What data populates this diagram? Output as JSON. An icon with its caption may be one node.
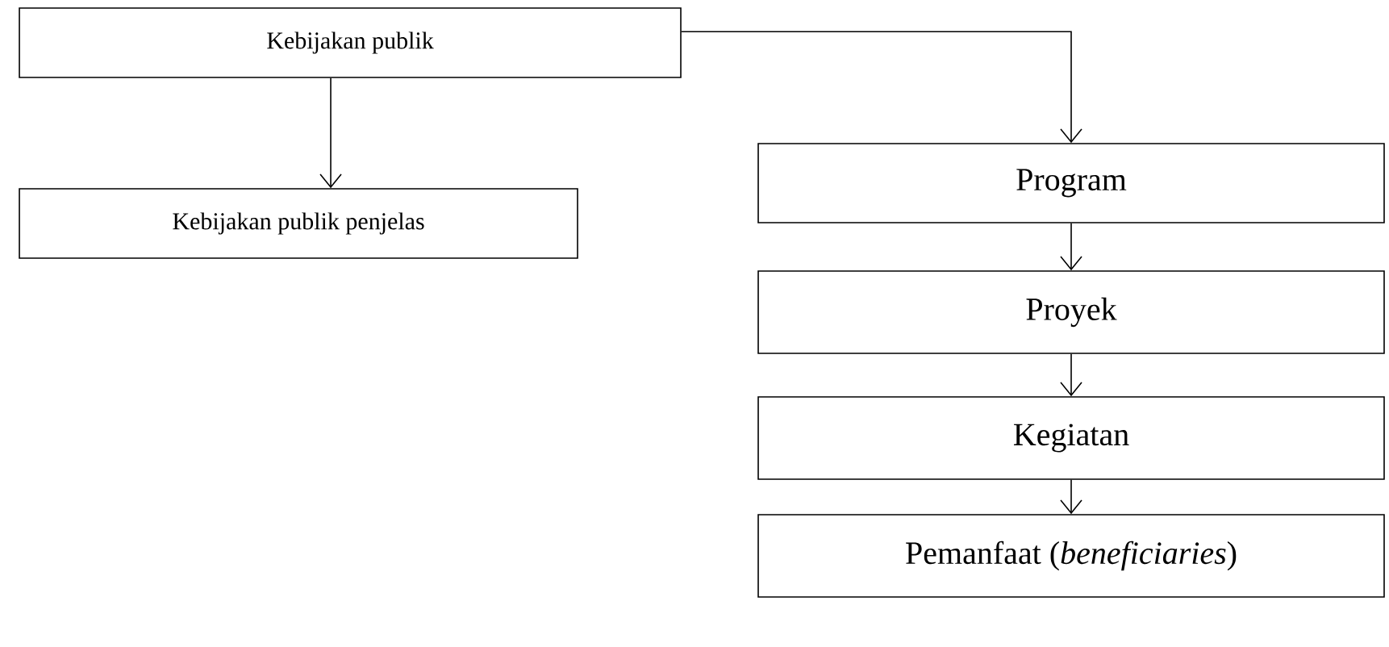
{
  "diagram": {
    "nodes": [
      {
        "text": [
          "Kebijakan publik"
        ]
      },
      {
        "text": [
          "Kebijakan publik penjelas"
        ]
      },
      {
        "text": [
          "Program"
        ]
      },
      {
        "text": [
          "Proyek"
        ]
      },
      {
        "text": [
          "Kegiatan"
        ]
      },
      {
        "text": [
          "Pemanfaat (*beneficiaries*)"
        ]
      }
    ],
    "edges": [
      {
        "from": 0,
        "to": 1,
        "arrow": "to"
      },
      {
        "from": 0,
        "to": 2,
        "arrow": "to"
      },
      {
        "from": 2,
        "to": 3,
        "arrow": "to"
      },
      {
        "from": 3,
        "to": 4,
        "arrow": "to"
      },
      {
        "from": 4,
        "to": 5,
        "arrow": "to"
      }
    ]
  }
}
